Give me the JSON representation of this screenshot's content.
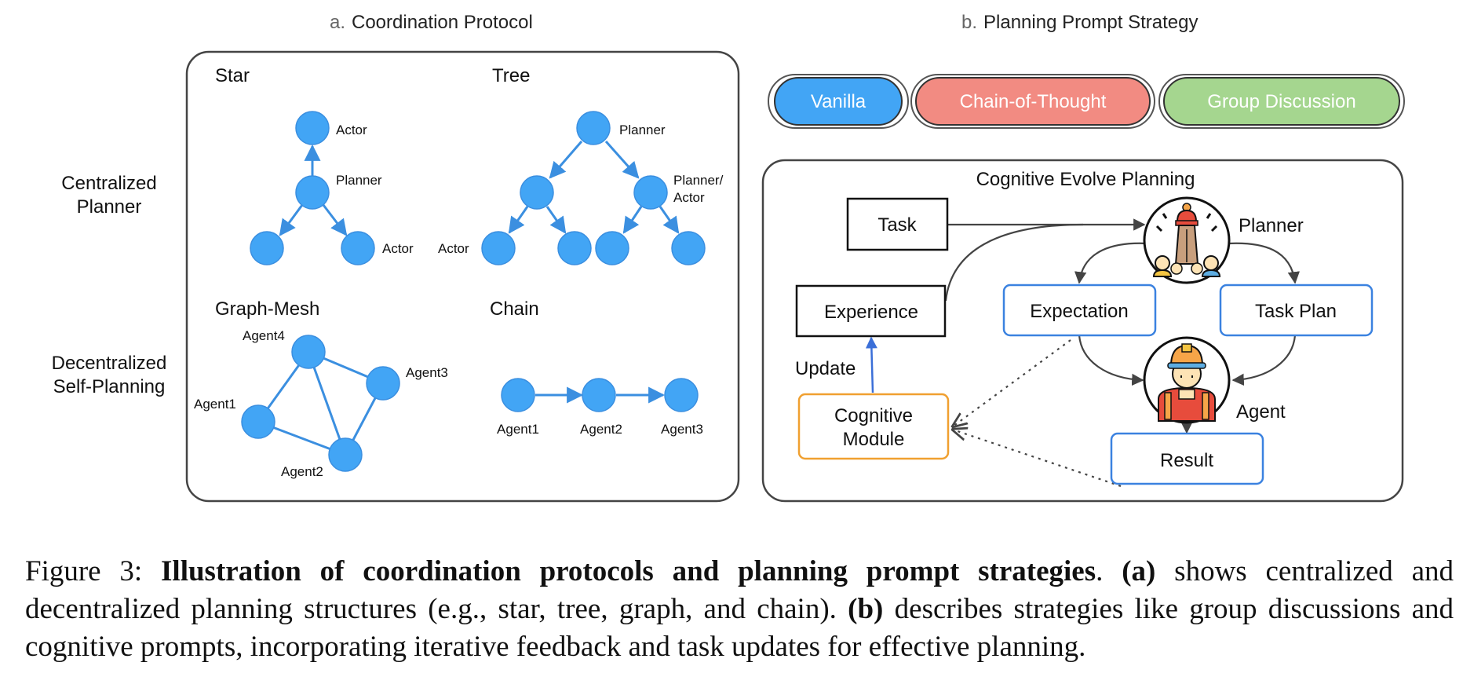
{
  "panel_a": {
    "prefix": "a.",
    "title": "Coordination Protocol",
    "row_labels": {
      "centralized": [
        "Centralized",
        "Planner"
      ],
      "decentralized": [
        "Decentralized",
        "Self-Planning"
      ]
    },
    "star": {
      "title": "Star",
      "actor_top": "Actor",
      "planner": "Planner",
      "actor_bottom": "Actor"
    },
    "tree": {
      "title": "Tree",
      "planner": "Planner",
      "planner_actor": [
        "Planner/",
        "Actor"
      ],
      "actor": "Actor"
    },
    "graph_mesh": {
      "title": "Graph-Mesh",
      "agent1": "Agent1",
      "agent2": "Agent2",
      "agent3": "Agent3",
      "agent4": "Agent4"
    },
    "chain": {
      "title": "Chain",
      "agent1": "Agent1",
      "agent2": "Agent2",
      "agent3": "Agent3"
    }
  },
  "panel_b": {
    "prefix": "b.",
    "title": "Planning Prompt Strategy",
    "pills": [
      {
        "label": "Vanilla",
        "color": "#42a5f5"
      },
      {
        "label": "Chain-of-Thought",
        "color": "#f28b82"
      },
      {
        "label": "Group Discussion",
        "color": "#a5d68f"
      }
    ],
    "cognitive": {
      "title": "Cognitive Evolve Planning",
      "task": "Task",
      "planner": "Planner",
      "experience": "Experience",
      "expectation": "Expectation",
      "task_plan": "Task Plan",
      "update": "Update",
      "module": [
        "Cognitive",
        "Module"
      ],
      "agent": "Agent",
      "result": "Result"
    }
  },
  "colors": {
    "node": "#42a5f5",
    "edge": "#3b8fe0",
    "border": "#444444",
    "module_border": "#f0a030",
    "box_blue": "#3b82e0"
  },
  "caption": {
    "label": "Figure 3:",
    "bold_title": "Illustration of coordination protocols and planning prompt strategies",
    "a_marker": "(a)",
    "a_text": "shows centralized and decentralized planning structures (e.g., star, tree, graph, and chain).",
    "b_marker": "(b)",
    "b_text": "describes strategies like group discussions and cognitive prompts, incorporating iterative feedback and task updates for effective planning."
  }
}
